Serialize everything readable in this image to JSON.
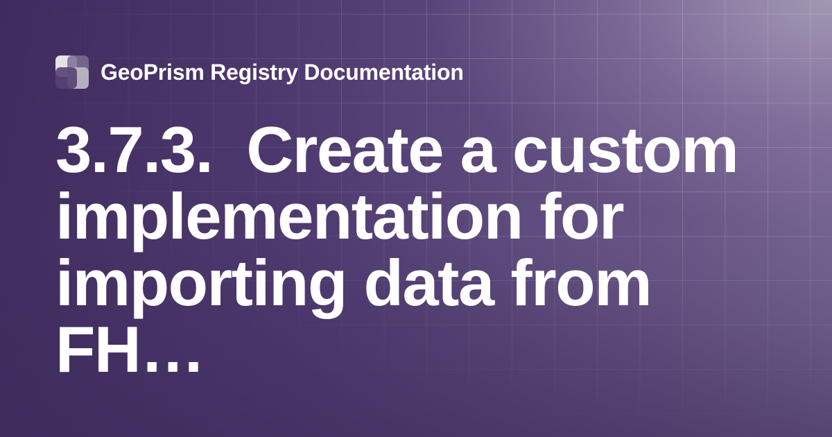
{
  "site": {
    "name": "GeoPrism Registry Documentation",
    "logo_icon": "overlapping-squares-logo"
  },
  "page": {
    "title_lines": [
      "3.7.3.  Create a custom",
      "implementation for",
      "importing data from",
      "FH…"
    ]
  },
  "colors": {
    "background_dark": "#3d2a5a",
    "background_light": "#9a8fb0",
    "text": "#ffffff",
    "grid_line": "rgba(255,255,255,0.16)"
  }
}
